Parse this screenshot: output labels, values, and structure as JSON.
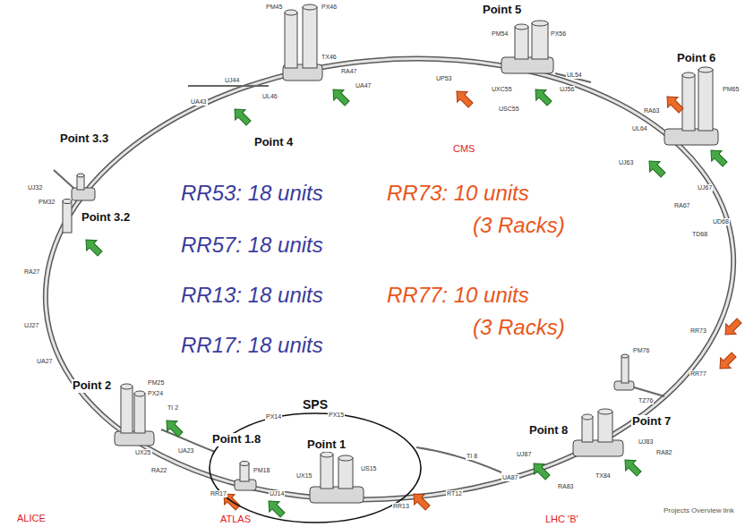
{
  "diagram": {
    "nodes": [
      {
        "text": [
          "SPS"
        ]
      }
    ],
    "labels": [
      "Point 5",
      "Point 6",
      "Point 4",
      "Point 3.3",
      "Point 3.2",
      "Point 2",
      "Point 7",
      "Point 8",
      "Point 1",
      "Point 1.8",
      "CMS",
      "ALICE",
      "ATLAS",
      "LHC 'B'",
      "RR53: 18 units",
      "RR57: 18 units",
      "RR13: 18 units",
      "RR17: 18 units",
      "RR73: 10 units",
      "(3 Racks)",
      "RR77: 10 units",
      "(3 Racks)",
      "Projects Overview link",
      "PM45",
      "PX46",
      "UA43",
      "UJ44",
      "UL46",
      "TX46",
      "RA47",
      "UA47",
      "UP53",
      "UXC55",
      "USC55",
      "UJ56",
      "UL54",
      "PM54",
      "PX56",
      "PM65",
      "RA63",
      "UJ63",
      "UL64",
      "UJ67",
      "RA67",
      "UD68",
      "TD68",
      "UJ32",
      "PM32",
      "RA27",
      "UJ27",
      "UA27",
      "PM25",
      "PX24",
      "UX25",
      "UA23",
      "RA22",
      "TI 2",
      "PM18",
      "RR17",
      "PX14",
      "PX15",
      "UX15",
      "US15",
      "UJ14",
      "RR13",
      "RT12",
      "TI 8",
      "UJ87",
      "UA87",
      "RA83",
      "TX84",
      "UJ83",
      "RA82",
      "PM76",
      "TZ76",
      "RR73",
      "RR77"
    ]
  }
}
